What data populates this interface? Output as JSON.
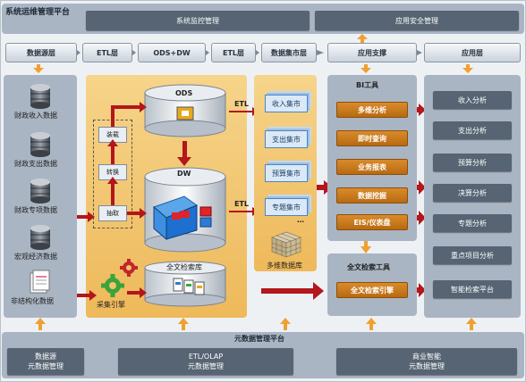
{
  "header": {
    "platform_title": "系统运维管理平台",
    "monitor": "系统监控管理",
    "security": "应用安全管理"
  },
  "layers": [
    "数据源层",
    "ETL层",
    "ODS+DW",
    "ETL层",
    "数据集市层",
    "应用支撑",
    "应用层"
  ],
  "sources": [
    "财政收入数据",
    "财政支出数据",
    "财政专项数据",
    "宏观经济数据",
    "非结构化数据"
  ],
  "etl_steps": [
    "装载",
    "转换",
    "抽取"
  ],
  "ods_label": "ODS",
  "dw_label": "DW",
  "etl_arrow_1": "ETL",
  "etl_arrow_2": "ETL",
  "fulltext_lib": "全文检索库",
  "collect_engine": "采集引擎",
  "marts": [
    "收入集市",
    "支出集市",
    "预算集市",
    "专题集市"
  ],
  "ellipsis": "…",
  "cube_label": "多维数据库",
  "bi": {
    "title": "BI工具",
    "items": [
      "多维分析",
      "即时查询",
      "业务报表",
      "数据挖掘",
      "EIS/仪表盘"
    ]
  },
  "search_tools": {
    "title": "全文检索工具",
    "item": "全文检索引擎"
  },
  "apps": [
    "收入分析",
    "支出分析",
    "预算分析",
    "决算分析",
    "专题分析",
    "重点项目分析",
    "智能检索平台"
  ],
  "footer": {
    "title": "元数据管理平台",
    "items": [
      "数据源\n元数据管理",
      "ETL/OLAP\n元数据管理",
      "商业智能\n元数据管理"
    ]
  },
  "colors": {
    "band": "#aab5c3",
    "orange_panel": "#f2c46b",
    "arrow_red": "#b3161b",
    "arrow_orange": "#f0a030",
    "dark_box": "#566473"
  }
}
